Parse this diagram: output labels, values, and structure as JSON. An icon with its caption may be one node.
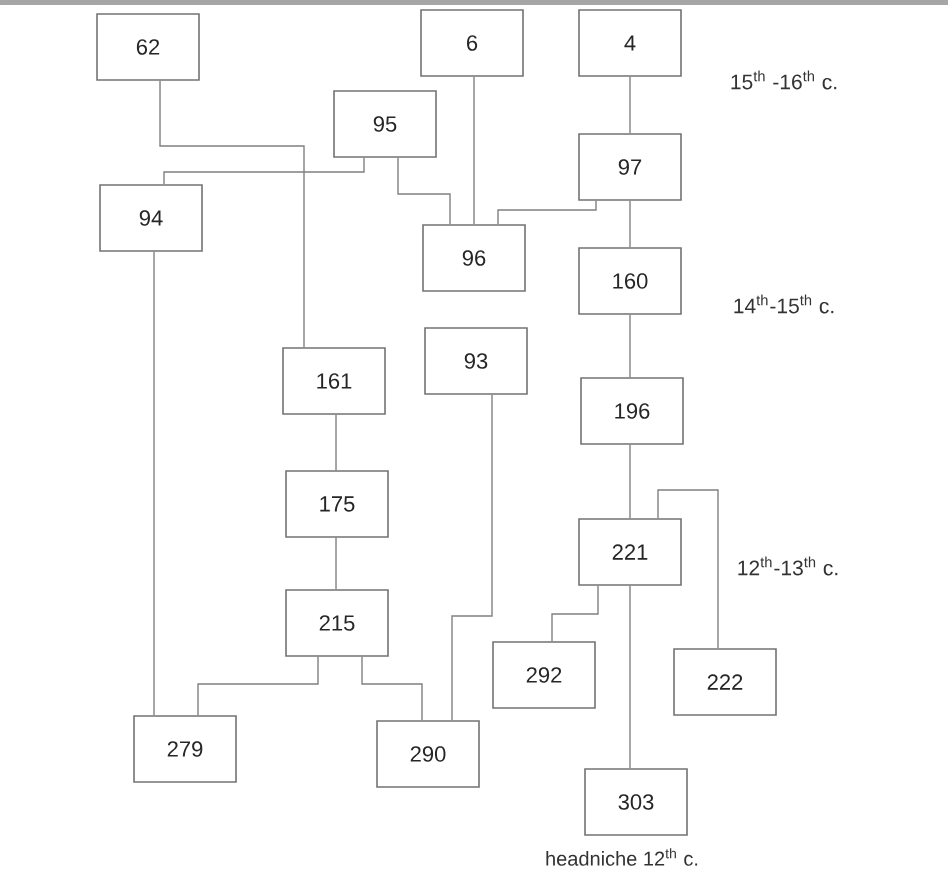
{
  "diagram": {
    "nodes": [
      {
        "text": [
          "62"
        ]
      },
      {
        "text": [
          "6"
        ]
      },
      {
        "text": [
          "4"
        ]
      },
      {
        "text": [
          "95"
        ]
      },
      {
        "text": [
          "97"
        ]
      },
      {
        "text": [
          "94"
        ]
      },
      {
        "text": [
          "96"
        ]
      },
      {
        "text": [
          "160"
        ]
      },
      {
        "text": [
          "161"
        ]
      },
      {
        "text": [
          "93"
        ]
      },
      {
        "text": [
          "196"
        ]
      },
      {
        "text": [
          "175"
        ]
      },
      {
        "text": [
          "221"
        ]
      },
      {
        "text": [
          "215"
        ]
      },
      {
        "text": [
          "292"
        ]
      },
      {
        "text": [
          "222"
        ]
      },
      {
        "text": [
          "279"
        ]
      },
      {
        "text": [
          "290"
        ]
      },
      {
        "text": [
          "303"
        ],
        "beside": [
          "headniche 12$^{th}$ c."
        ]
      }
    ],
    "edges": [
      {
        "from": 0,
        "to": 8,
        "arrow": "none"
      },
      {
        "from": 3,
        "to": 5,
        "arrow": "none"
      },
      {
        "from": 3,
        "to": 6,
        "arrow": "none"
      },
      {
        "from": 1,
        "to": 6,
        "arrow": "none"
      },
      {
        "from": 2,
        "to": 4,
        "arrow": "none"
      },
      {
        "from": 4,
        "to": 6,
        "arrow": "none"
      },
      {
        "from": 4,
        "to": 7,
        "arrow": "none"
      },
      {
        "from": 7,
        "to": 10,
        "arrow": "none"
      },
      {
        "from": 5,
        "to": 16,
        "arrow": "none"
      },
      {
        "from": 8,
        "to": 11,
        "arrow": "none"
      },
      {
        "from": 11,
        "to": 13,
        "arrow": "none"
      },
      {
        "from": 13,
        "to": 16,
        "arrow": "none"
      },
      {
        "from": 13,
        "to": 17,
        "arrow": "none"
      },
      {
        "from": 9,
        "to": 17,
        "arrow": "none"
      },
      {
        "from": 10,
        "to": 12,
        "arrow": "none"
      },
      {
        "from": 12,
        "to": 15,
        "arrow": "none"
      },
      {
        "from": 12,
        "to": 14,
        "arrow": "none"
      },
      {
        "from": 12,
        "to": 18,
        "arrow": "none"
      }
    ],
    "labels": [
      "15$^{th}$ -16$^{th}$ c.",
      "14$^{th}$-15$^{th}$ c.",
      "12$^{th}$-13$^{th}$ c."
    ]
  }
}
